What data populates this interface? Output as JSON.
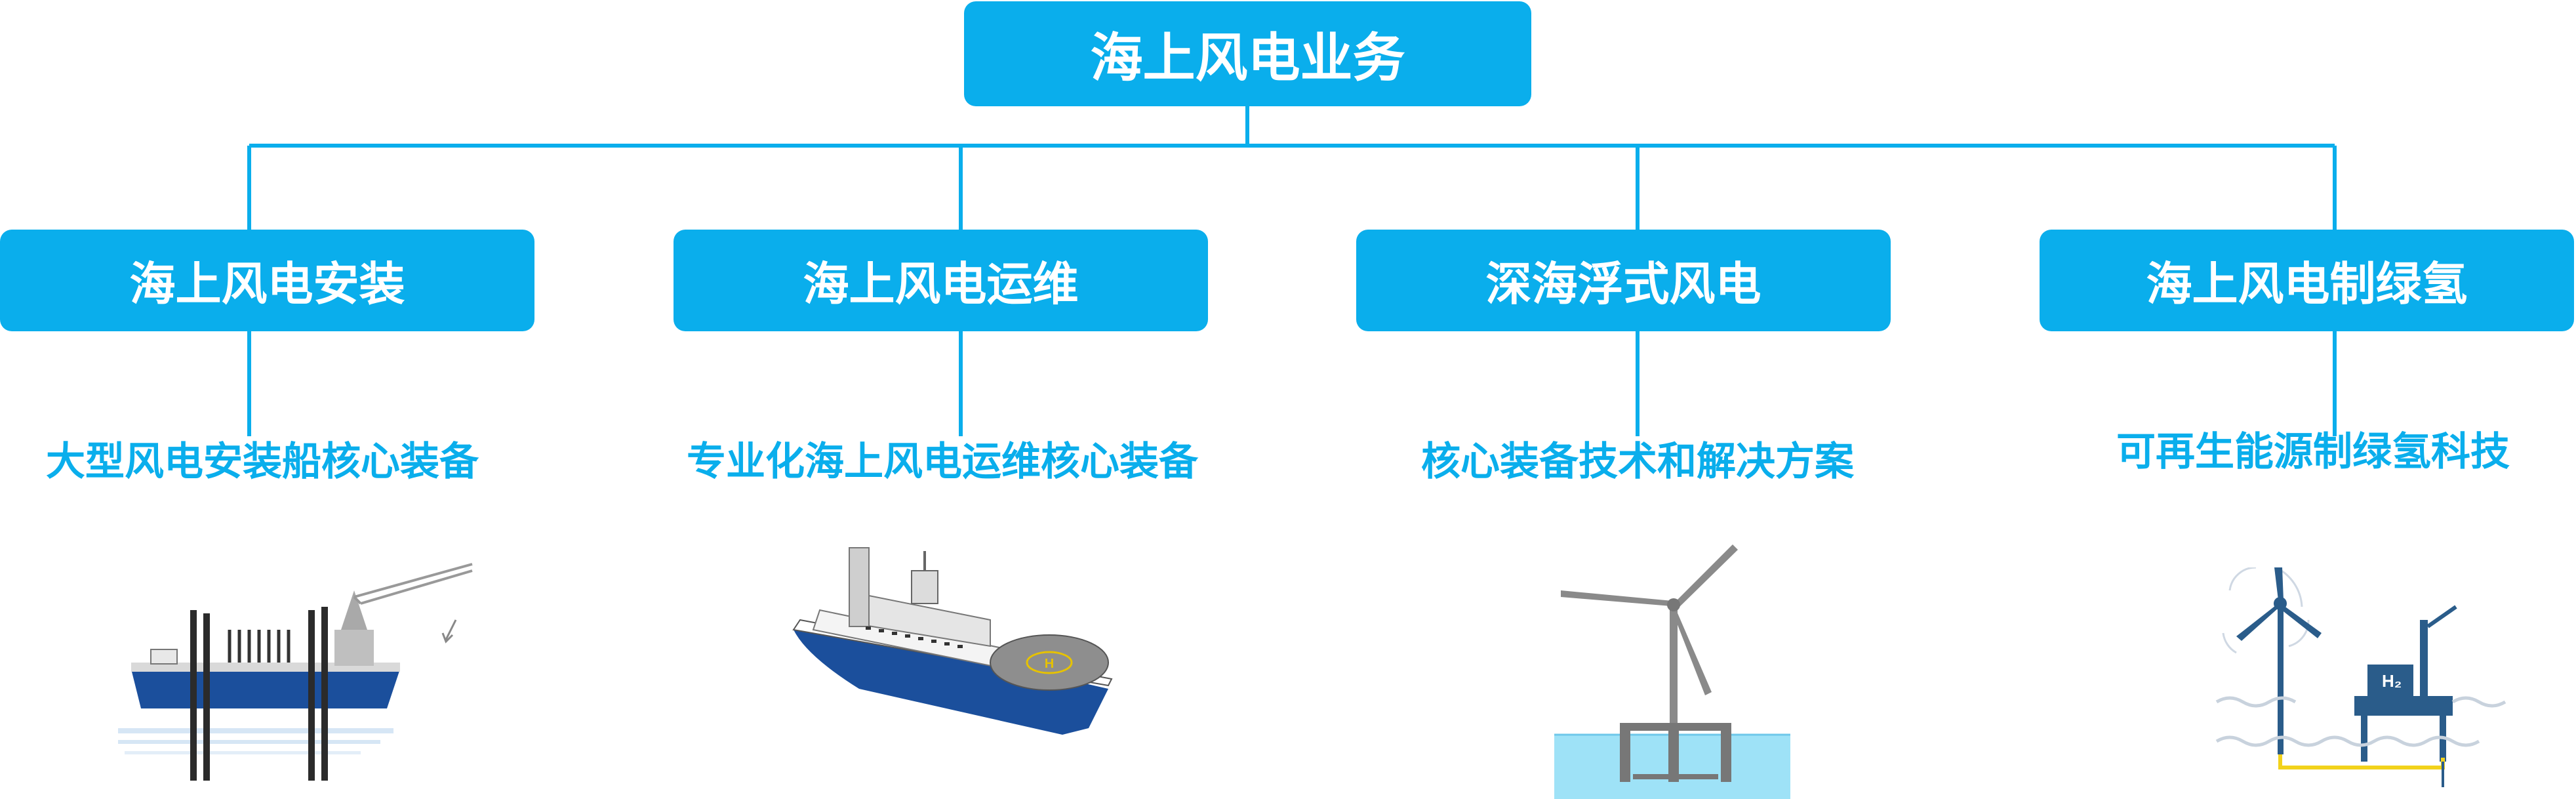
{
  "root": {
    "label": "海上风电业务"
  },
  "branches": [
    {
      "title": "海上风电安装",
      "subtitle": "大型风电安装船核心装备",
      "image": "installation-vessel-illustration"
    },
    {
      "title": "海上风电运维",
      "subtitle": "专业化海上风电运维核心装备",
      "image": "service-operation-vessel-illustration"
    },
    {
      "title": "深海浮式风电",
      "subtitle": "核心装备技术和解决方案",
      "image": "floating-wind-turbine-illustration"
    },
    {
      "title": "海上风电制绿氢",
      "subtitle": "可再生能源制绿氢科技",
      "image": "green-hydrogen-platform-illustration"
    }
  ],
  "illustration_labels": {
    "hydrogen_label": "H₂"
  },
  "colors": {
    "accent": "#0aaeec",
    "text_on_accent": "#ffffff",
    "ship_blue": "#1b4f9c",
    "water": "#9ee2f7"
  }
}
